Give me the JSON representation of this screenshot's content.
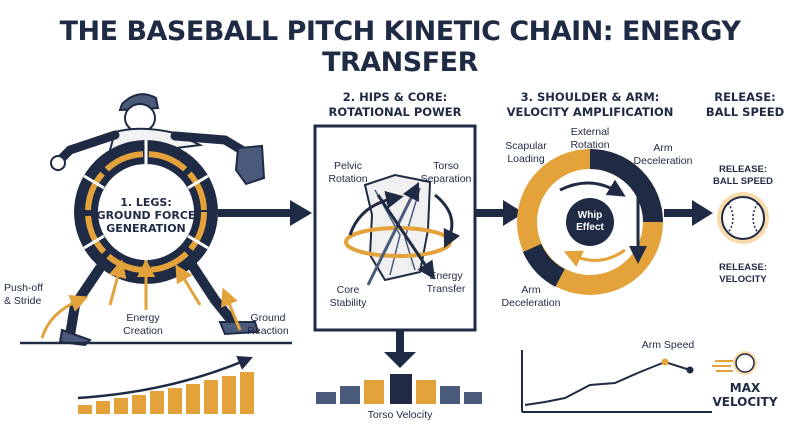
{
  "title": "THE BASEBALL PITCH KINETIC CHAIN: ENERGY TRANSFER",
  "stage1": {
    "center_label_1": "1. LEGS:",
    "center_label_2": "GROUND FORCE",
    "center_label_3": "GENERATION",
    "push_off_1": "Push-off",
    "push_off_2": "& Stride",
    "energy_creation_1": "Energy",
    "energy_creation_2": "Creation",
    "ground_reaction_1": "Ground",
    "ground_reaction_2": "Reaction"
  },
  "stage2": {
    "header_1": "2. HIPS & CORE:",
    "header_2": "ROTATIONAL POWER",
    "pelvic_1": "Pelvic",
    "pelvic_2": "Rotation",
    "torso_sep_1": "Torso",
    "torso_sep_2": "Separation",
    "core_1": "Core",
    "core_2": "Stability",
    "energy_transfer_1": "Energy",
    "energy_transfer_2": "Transfer",
    "torso_velocity": "Torso Velocity"
  },
  "stage3": {
    "header_1": "3. SHOULDER & ARM:",
    "header_2": "VELOCITY AMPLIFICATION",
    "scapular_1": "Scapular",
    "scapular_2": "Loading",
    "external_1": "External",
    "external_2": "Rotation",
    "arm_decel_right_1": "Arm",
    "arm_decel_right_2": "Deceleration",
    "arm_decel_left_1": "Arm",
    "arm_decel_left_2": "Deceleration",
    "whip_1": "Whip",
    "whip_2": "Effect",
    "arm_speed": "Arm Speed"
  },
  "release": {
    "header_1": "RELEASE:",
    "header_2": "BALL SPEED",
    "ball_label_1": "RELEASE:",
    "ball_label_2": "BALL SPEED",
    "velocity_1": "RELEASE:",
    "velocity_2": "VELOCITY",
    "max_1": "MAX",
    "max_2": "VELOCITY"
  },
  "colors": {
    "navy": "#1f2a44",
    "gold": "#e3a23a",
    "slate": "#4a5a7a"
  }
}
